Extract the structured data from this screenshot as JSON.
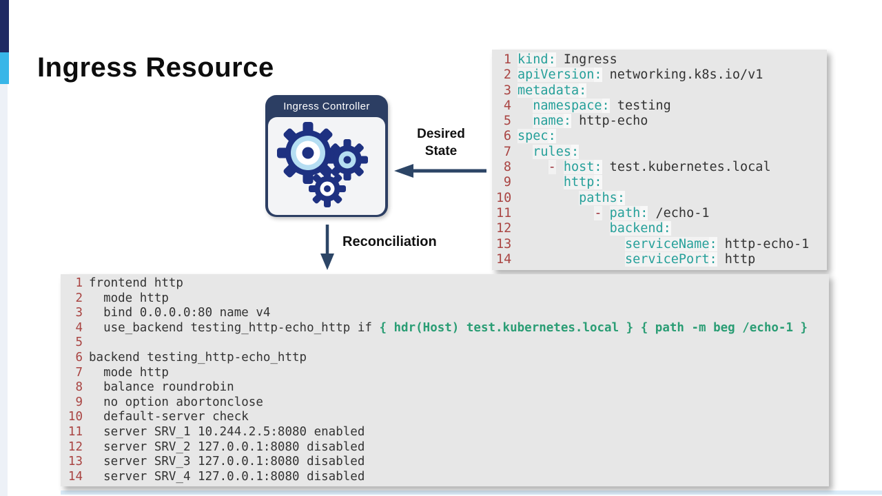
{
  "slide": {
    "title": "Ingress Resource"
  },
  "controller": {
    "title": "Ingress Controller",
    "icon": "gears-icon"
  },
  "flow": {
    "desired_state_line1": "Desired",
    "desired_state_line2": "State",
    "reconciliation": "Reconciliation"
  },
  "colors": {
    "accent_navy": "#1f2a63",
    "accent_light_blue": "#38b6e8",
    "left_strip_gray": "#edf1f7",
    "bottom_bar_blue": "#d9ebf8",
    "controller_navy": "#2c3e63",
    "gear_navy": "#1e3181",
    "gear_light_blue": "#b5def2",
    "arrow_navy": "#2c4566",
    "code_background": "#e7e7e7",
    "line_number_red": "#a94442",
    "yaml_key_teal": "#26a09a",
    "yaml_dash_red": "#9c3039",
    "haproxy_condition_green": "#2a9d74",
    "code_text": "#333333"
  },
  "yaml_block": {
    "lines": [
      {
        "no": "1",
        "tokens": [
          {
            "c": "k",
            "t": "kind"
          },
          {
            "c": "p",
            "t": ":"
          },
          {
            "c": "t",
            "t": " Ingress"
          }
        ]
      },
      {
        "no": "2",
        "tokens": [
          {
            "c": "k",
            "t": "apiVersion"
          },
          {
            "c": "p",
            "t": ":"
          },
          {
            "c": "t",
            "t": " networking.k8s.io/v1"
          }
        ]
      },
      {
        "no": "3",
        "tokens": [
          {
            "c": "k",
            "t": "metadata"
          },
          {
            "c": "p",
            "t": ":"
          }
        ]
      },
      {
        "no": "4",
        "tokens": [
          {
            "c": "t",
            "t": "  "
          },
          {
            "c": "k",
            "t": "namespace"
          },
          {
            "c": "p",
            "t": ":"
          },
          {
            "c": "t",
            "t": " testing"
          }
        ]
      },
      {
        "no": "5",
        "tokens": [
          {
            "c": "t",
            "t": "  "
          },
          {
            "c": "k",
            "t": "name"
          },
          {
            "c": "p",
            "t": ":"
          },
          {
            "c": "t",
            "t": " http-echo"
          }
        ]
      },
      {
        "no": "6",
        "tokens": [
          {
            "c": "k",
            "t": "spec"
          },
          {
            "c": "p",
            "t": ":"
          }
        ]
      },
      {
        "no": "7",
        "tokens": [
          {
            "c": "t",
            "t": "  "
          },
          {
            "c": "k",
            "t": "rules"
          },
          {
            "c": "p",
            "t": ":"
          }
        ]
      },
      {
        "no": "8",
        "tokens": [
          {
            "c": "t",
            "t": "    "
          },
          {
            "c": "d",
            "t": "-"
          },
          {
            "c": "t",
            "t": " "
          },
          {
            "c": "k",
            "t": "host"
          },
          {
            "c": "p",
            "t": ":"
          },
          {
            "c": "t",
            "t": " test.kubernetes.local"
          }
        ]
      },
      {
        "no": "9",
        "tokens": [
          {
            "c": "t",
            "t": "      "
          },
          {
            "c": "k",
            "t": "http"
          },
          {
            "c": "p",
            "t": ":"
          }
        ]
      },
      {
        "no": "10",
        "tokens": [
          {
            "c": "t",
            "t": "        "
          },
          {
            "c": "k",
            "t": "paths"
          },
          {
            "c": "p",
            "t": ":"
          }
        ]
      },
      {
        "no": "11",
        "tokens": [
          {
            "c": "t",
            "t": "          "
          },
          {
            "c": "d",
            "t": "-"
          },
          {
            "c": "t",
            "t": " "
          },
          {
            "c": "k",
            "t": "path"
          },
          {
            "c": "p",
            "t": ":"
          },
          {
            "c": "t",
            "t": " /echo-1"
          }
        ]
      },
      {
        "no": "12",
        "tokens": [
          {
            "c": "t",
            "t": "            "
          },
          {
            "c": "k",
            "t": "backend"
          },
          {
            "c": "p",
            "t": ":"
          }
        ]
      },
      {
        "no": "13",
        "tokens": [
          {
            "c": "t",
            "t": "              "
          },
          {
            "c": "k",
            "t": "serviceName"
          },
          {
            "c": "p",
            "t": ":"
          },
          {
            "c": "t",
            "t": " http-echo-1"
          }
        ]
      },
      {
        "no": "14",
        "tokens": [
          {
            "c": "t",
            "t": "              "
          },
          {
            "c": "k",
            "t": "servicePort"
          },
          {
            "c": "p",
            "t": ":"
          },
          {
            "c": "t",
            "t": " http"
          }
        ]
      }
    ]
  },
  "haproxy_block": {
    "lines": [
      {
        "no": "1",
        "tokens": [
          {
            "c": "t",
            "t": "frontend http"
          }
        ]
      },
      {
        "no": "2",
        "tokens": [
          {
            "c": "t",
            "t": "  mode http"
          }
        ]
      },
      {
        "no": "3",
        "tokens": [
          {
            "c": "t",
            "t": "  bind 0.0.0.0:80 name v4"
          }
        ]
      },
      {
        "no": "4",
        "tokens": [
          {
            "c": "t",
            "t": "  use_backend testing_http-echo_http if "
          },
          {
            "c": "g",
            "t": "{ hdr(Host) test.kubernetes.local } { path -m beg /echo-1 }"
          }
        ]
      },
      {
        "no": "5",
        "tokens": []
      },
      {
        "no": "6",
        "tokens": [
          {
            "c": "t",
            "t": "backend testing_http-echo_http"
          }
        ]
      },
      {
        "no": "7",
        "tokens": [
          {
            "c": "t",
            "t": "  mode http"
          }
        ]
      },
      {
        "no": "8",
        "tokens": [
          {
            "c": "t",
            "t": "  balance roundrobin"
          }
        ]
      },
      {
        "no": "9",
        "tokens": [
          {
            "c": "t",
            "t": "  no option abortonclose"
          }
        ]
      },
      {
        "no": "10",
        "tokens": [
          {
            "c": "t",
            "t": "  default-server check"
          }
        ]
      },
      {
        "no": "11",
        "tokens": [
          {
            "c": "t",
            "t": "  server SRV_1 10.244.2.5:8080 enabled"
          }
        ]
      },
      {
        "no": "12",
        "tokens": [
          {
            "c": "t",
            "t": "  server SRV_2 127.0.0.1:8080 disabled"
          }
        ]
      },
      {
        "no": "13",
        "tokens": [
          {
            "c": "t",
            "t": "  server SRV_3 127.0.0.1:8080 disabled"
          }
        ]
      },
      {
        "no": "14",
        "tokens": [
          {
            "c": "t",
            "t": "  server SRV_4 127.0.0.1:8080 disabled"
          }
        ]
      }
    ]
  }
}
